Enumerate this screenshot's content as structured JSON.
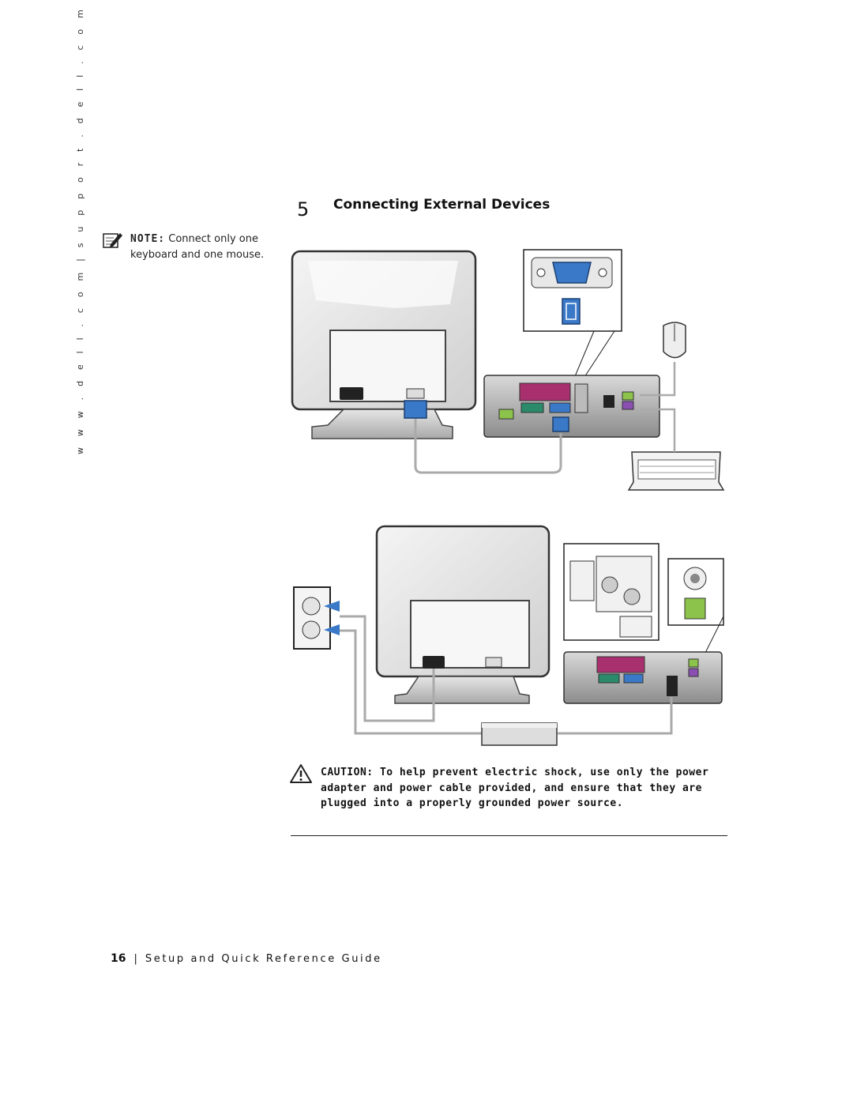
{
  "sidebar": {
    "url": "w w w . d e l l . c o m   |   s u p p o r t . d e l l . c o m"
  },
  "note": {
    "label": "NOTE:",
    "text": " Connect only one keyboard and one mouse."
  },
  "section": {
    "number": "5",
    "title": "Connecting External Devices"
  },
  "caution": {
    "label": "CAUTION:",
    "text": " To help prevent electric shock, use only the power adapter and power cable provided, and ensure that they are plugged into a properly grounded power source."
  },
  "footer": {
    "page_number": "16",
    "separator": "|",
    "guide_title": "Setup and Quick Reference Guide"
  },
  "colors": {
    "vga_connector": "#3a78c8",
    "parallel_port": "#a8306e",
    "serial_port": "#2a8a6a",
    "audio_out": "#8cc34a",
    "ps2_keyboard": "#8a4fb0"
  },
  "icons": [
    "note-pencil-icon",
    "caution-triangle-icon"
  ]
}
